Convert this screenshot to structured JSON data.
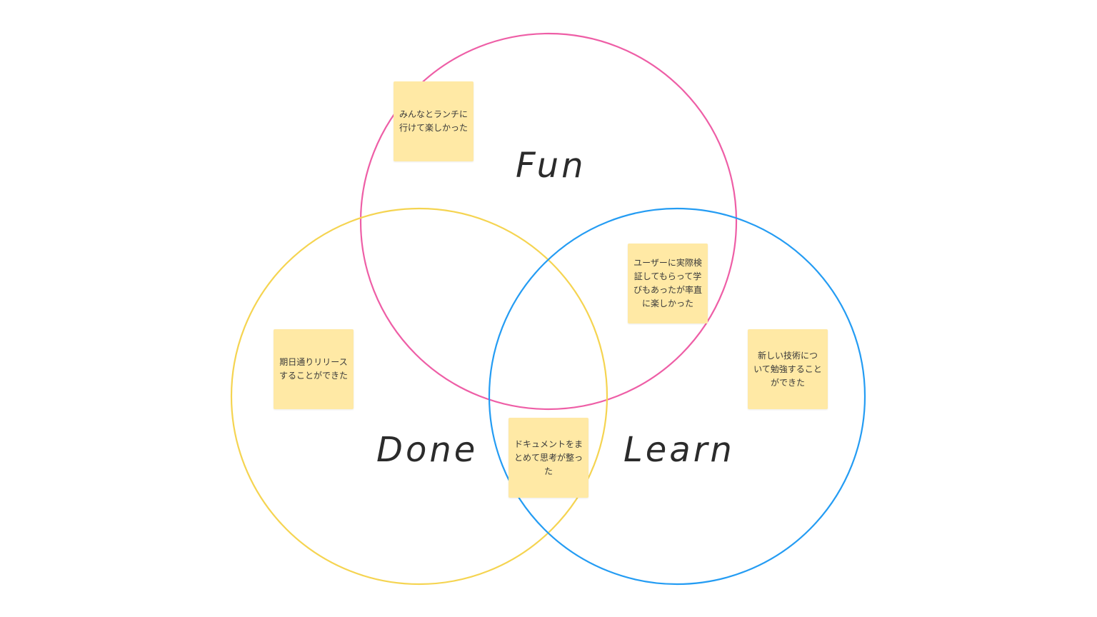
{
  "colors": {
    "fun": "#ee5ea6",
    "done": "#f5d451",
    "learn": "#249cf3",
    "sticky": "#ffe9a5"
  },
  "sets": {
    "fun": "Fun",
    "done": "Done",
    "learn": "Learn"
  },
  "stickies": {
    "fun_only": "みんなとランチに行けて楽しかった",
    "fun_learn": "ユーザーに実際検証してもらって学びもあったが率直に楽しかった",
    "done_only": "期日通りリリースすることができた",
    "learn_only": "新しい技術について勉強することができた",
    "done_learn": "ドキュメントをまとめて思考が整った"
  }
}
